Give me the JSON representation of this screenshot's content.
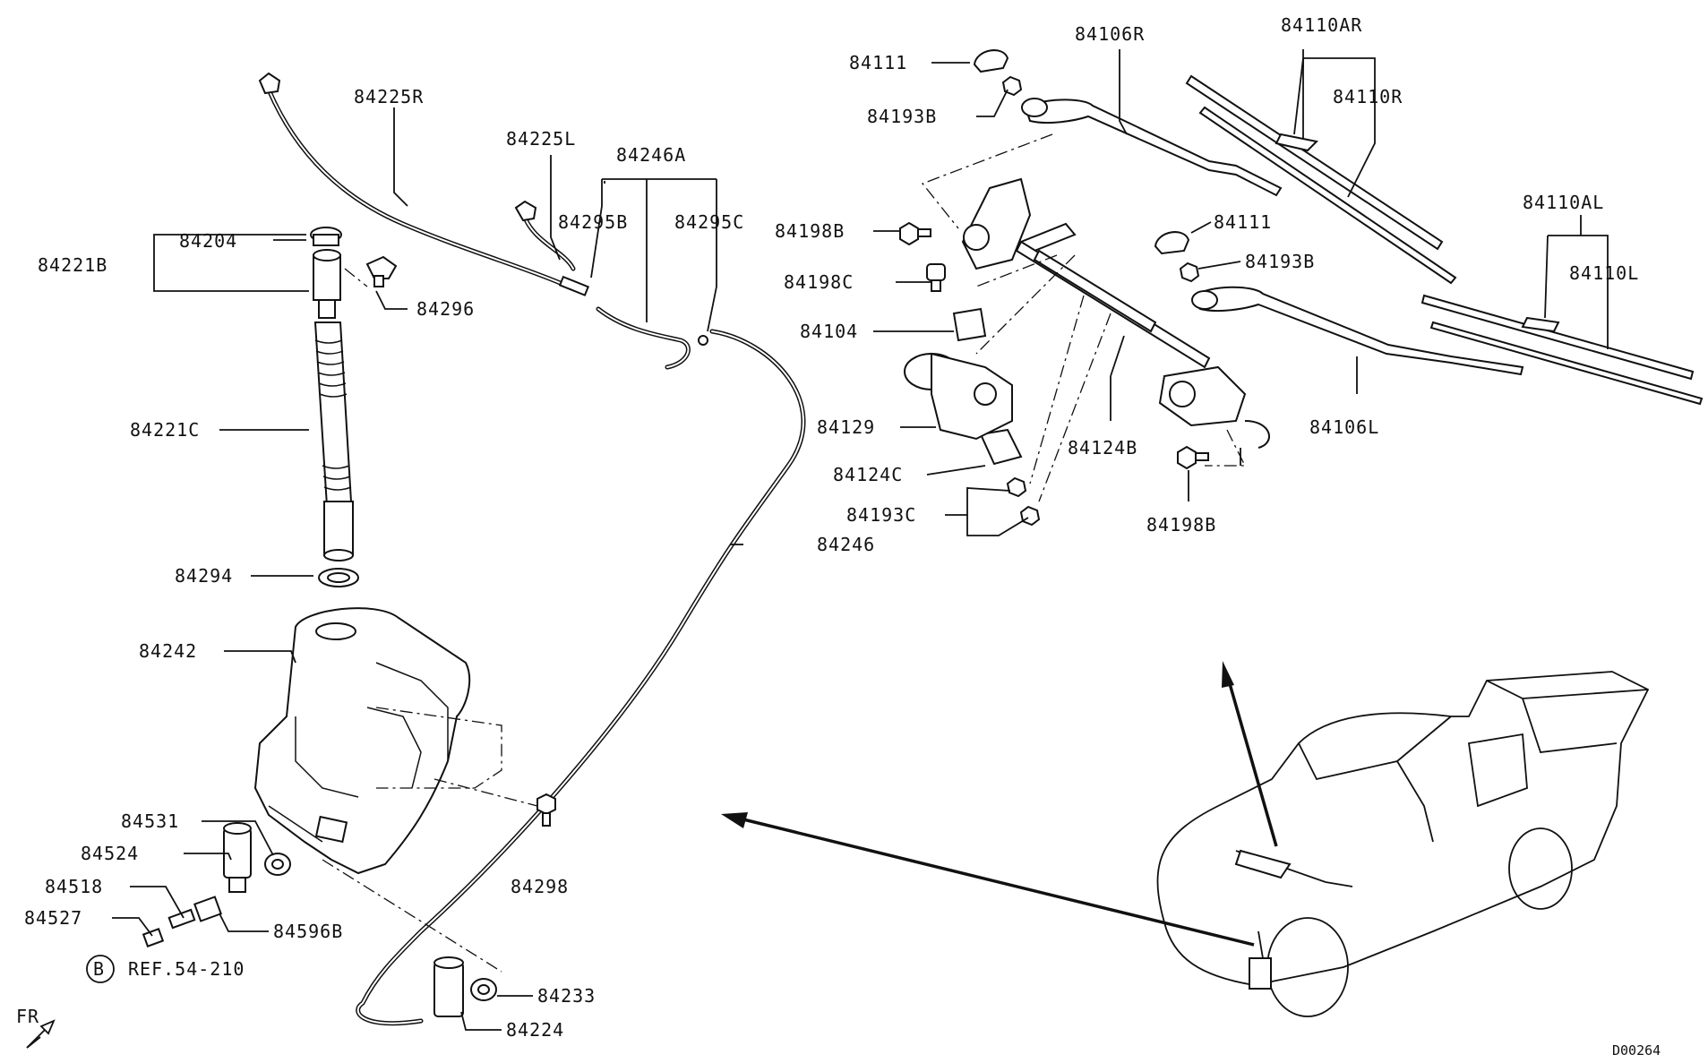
{
  "diagram": {
    "code": "D00264",
    "direction_label": "FR",
    "reference": {
      "circle": "B",
      "text": "REF.54-210"
    },
    "parts": {
      "p84225R": "84225R",
      "p84225L": "84225L",
      "p84246A": "84246A",
      "p84295B": "84295B",
      "p84295C": "84295C",
      "p84204": "84204",
      "p84221B": "84221B",
      "p84296": "84296",
      "p84221C": "84221C",
      "p84294": "84294",
      "p84242": "84242",
      "p84246": "84246",
      "p84298": "84298",
      "p84531": "84531",
      "p84524": "84524",
      "p84518": "84518",
      "p84527": "84527",
      "p84596B": "84596B",
      "p84233": "84233",
      "p84224": "84224",
      "p84111a": "84111",
      "p84193Ba": "84193B",
      "p84106R": "84106R",
      "p84110AR": "84110AR",
      "p84110R": "84110R",
      "p84198Ba": "84198B",
      "p84198C": "84198C",
      "p84104": "84104",
      "p84129": "84129",
      "p84124C": "84124C",
      "p84193C": "84193C",
      "p84124B": "84124B",
      "p84111b": "84111",
      "p84193Bb": "84193B",
      "p84106L": "84106L",
      "p84198Bb": "84198B",
      "p84110AL": "84110AL",
      "p84110L": "84110L"
    }
  }
}
